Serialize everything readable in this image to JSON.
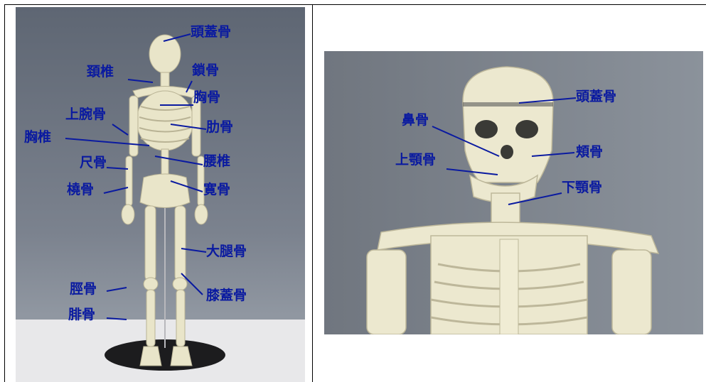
{
  "colors": {
    "label": "#0a1aa0",
    "line": "#0a1aa0",
    "wall": "#7c8390",
    "bone": "#e9e5c9"
  },
  "left_photo": {
    "labels": {
      "skull": "頭蓋骨",
      "cervical": "頚椎",
      "clavicle": "鎖骨",
      "sternum": "胸骨",
      "humerus": "上腕骨",
      "ribs": "肋骨",
      "thoracic": "胸椎",
      "ulna": "尺骨",
      "lumbar": "腰椎",
      "radius": "橈骨",
      "pelvis": "寛骨",
      "femur": "大腿骨",
      "tibia": "脛骨",
      "patella": "膝蓋骨",
      "fibula": "腓骨"
    }
  },
  "right_photo": {
    "labels": {
      "skull": "頭蓋骨",
      "nasal": "鼻骨",
      "zygomatic": "頬骨",
      "maxilla": "上顎骨",
      "mandible": "下顎骨"
    }
  }
}
